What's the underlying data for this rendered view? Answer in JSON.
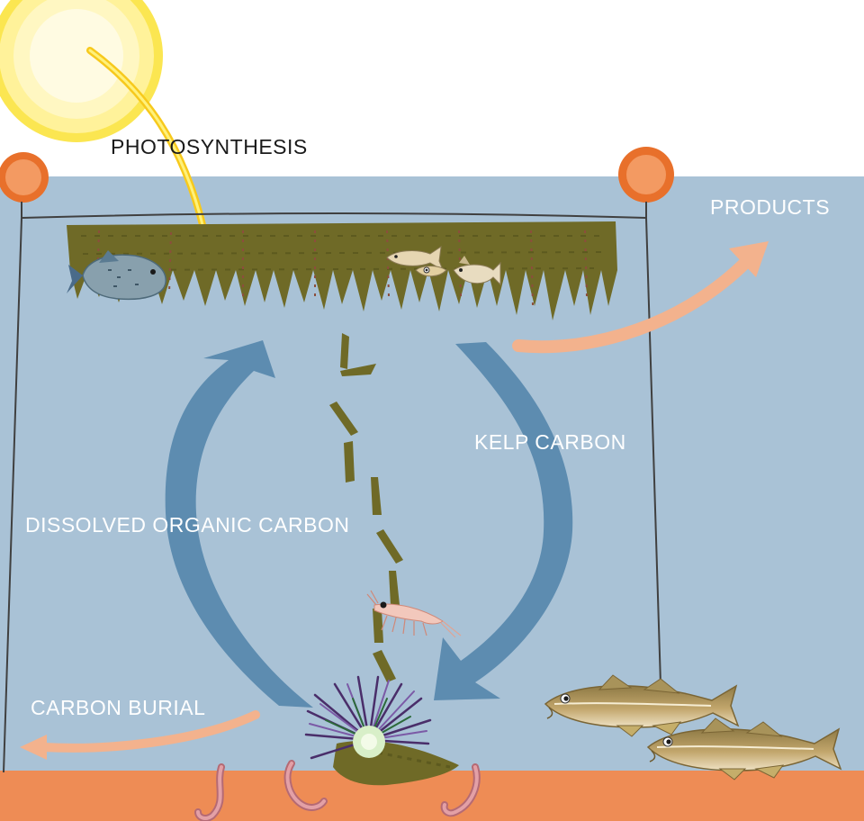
{
  "diagram": {
    "labels": {
      "photosynthesis": "PHOTOSYNTHESIS",
      "products": "PRODUCTS",
      "kelp_carbon": "KELP CARBON",
      "dissolved_organic_carbon": "DISSOLVED ORGANIC CARBON",
      "carbon_burial": "CARBON BURIAL"
    },
    "colors": {
      "sky": "#ffffff",
      "water": "#a9c2d6",
      "seabed": "#ee8c55",
      "kelp": "#6f6a27",
      "cycle_arrow": "#5d8cb0",
      "export_arrow": "#f3b28d",
      "sun": "#fff07a",
      "buoy": "#ee7d3c"
    },
    "icons": [
      "sun-icon",
      "buoy-icon",
      "kelp-icon",
      "lumpfish-icon",
      "small-fish-icon",
      "krill-icon",
      "sea-urchin-icon",
      "worm-icon",
      "cod-icon"
    ]
  }
}
